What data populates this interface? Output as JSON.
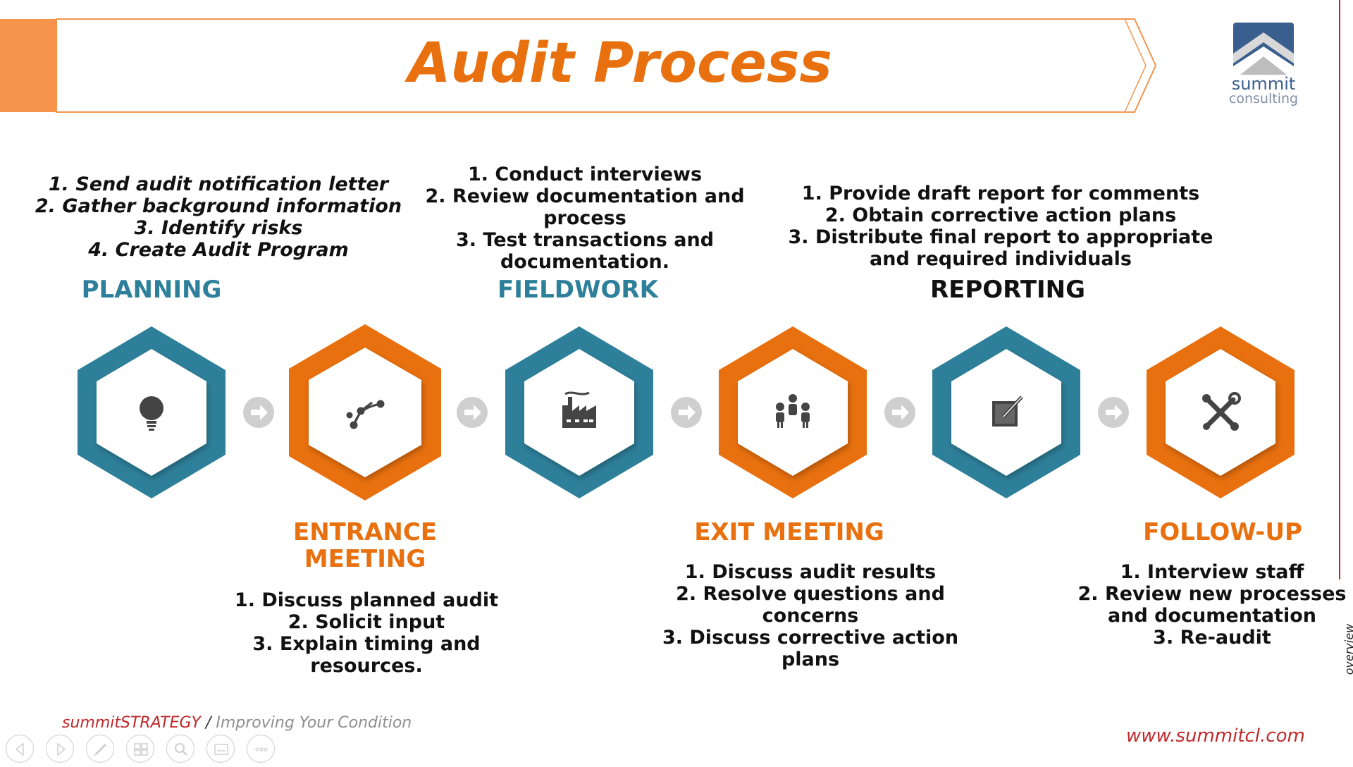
{
  "header": {
    "title": "Audit Process"
  },
  "logo": {
    "word": "summit",
    "sub": "consulting"
  },
  "side_label": "overview",
  "stages": [
    {
      "label": "PLANNING",
      "color": "#2E7F9A",
      "icon": "lightbulb-icon",
      "steps": [
        "1.  Send audit notification letter",
        "2.  Gather background information",
        "3.  Identify risks",
        "4.  Create Audit Program"
      ]
    },
    {
      "label_lines": [
        "ENTRANCE",
        "MEETING"
      ],
      "color": "#E8700E",
      "icon": "vector-path-icon",
      "steps": [
        "1.  Discuss planned audit",
        "2.  Solicit input",
        "3.  Explain timing and",
        "resources."
      ]
    },
    {
      "label": "FIELDWORK",
      "color": "#2E7F9A",
      "icon": "factory-icon",
      "steps": [
        "1.  Conduct interviews",
        "2.  Review documentation and",
        "process",
        "3.  Test transactions and",
        "documentation."
      ]
    },
    {
      "label": "EXIT MEETING",
      "color": "#E8700E",
      "icon": "people-icon",
      "steps": [
        "1.  Discuss audit results",
        "2.  Resolve questions and",
        "concerns",
        "3.  Discuss corrective action",
        "plans"
      ]
    },
    {
      "label": "REPORTING",
      "color": "#111111",
      "icon": "edit-document-icon",
      "steps": [
        "1.  Provide draft report for comments",
        "2.  Obtain corrective action plans",
        "3.  Distribute final report to appropriate",
        "and required individuals"
      ]
    },
    {
      "label": "FOLLOW-UP",
      "color": "#E8700E",
      "icon": "tools-icon",
      "steps": [
        "1.  Interview staff",
        "2.  Review new processes",
        "and documentation",
        "3.  Re-audit"
      ]
    }
  ],
  "footer": {
    "brand": "summitSTRATEGY",
    "separator": " / ",
    "tagline": "Improving Your Condition",
    "website": "www.summitcl.com"
  },
  "colors": {
    "teal": "#2E7F9A",
    "orange": "#E8700E",
    "accent": "#F5944A",
    "red": "#C0282A",
    "arrow_gray": "#CFCFCF"
  }
}
